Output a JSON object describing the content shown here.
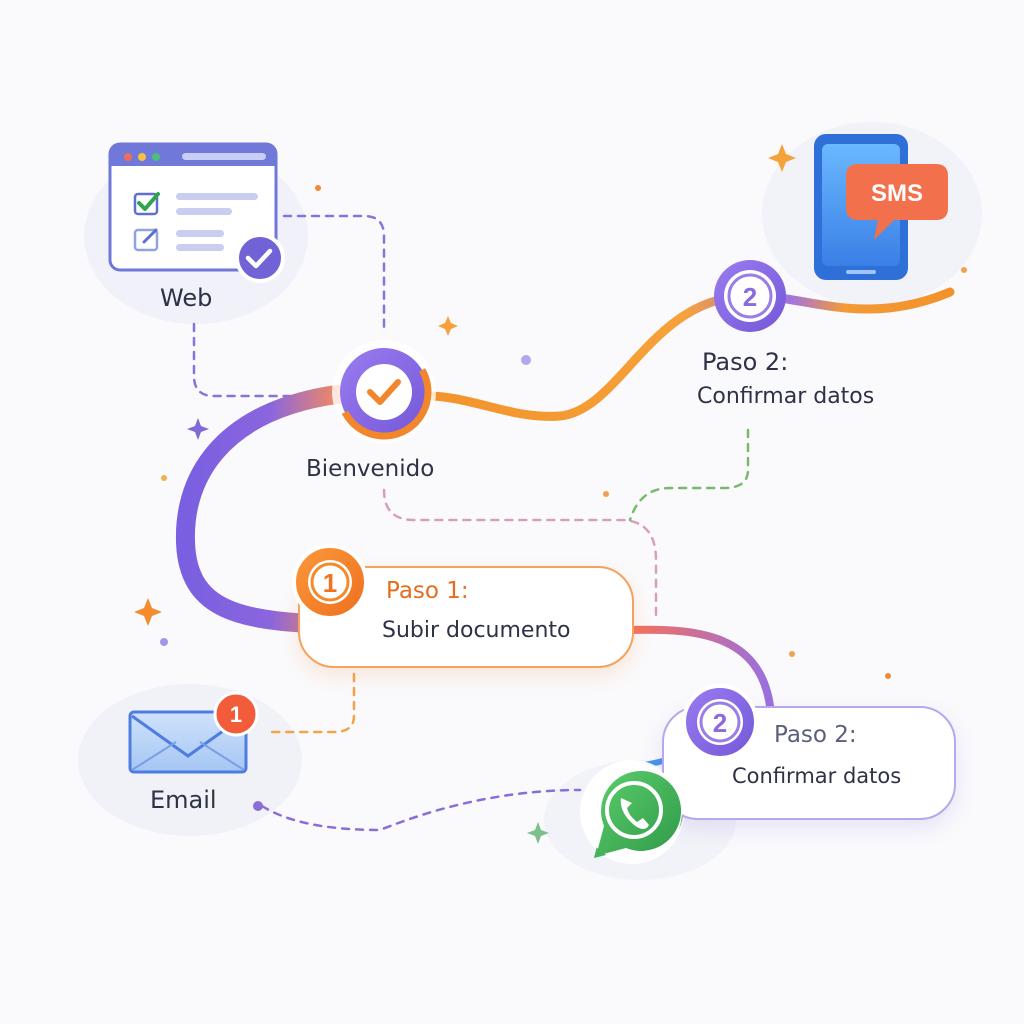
{
  "channels": {
    "web": "Web",
    "email": "Email",
    "sms": "SMS",
    "email_badge": "1"
  },
  "steps": {
    "welcome": {
      "label": "Bienvenido"
    },
    "step1": {
      "number": "1",
      "title": "Paso 1:",
      "subtitle": "Subir documento"
    },
    "step2_top": {
      "number": "2",
      "title": "Paso 2:",
      "subtitle": "Confirmar datos"
    },
    "step2_bottom": {
      "number": "2",
      "title": "Paso 2:",
      "subtitle": "Confirmar datos"
    }
  },
  "colors": {
    "purple": "#7f63dc",
    "orange": "#f48a2c",
    "blue": "#3f8ee8",
    "green": "#3aa94e"
  }
}
